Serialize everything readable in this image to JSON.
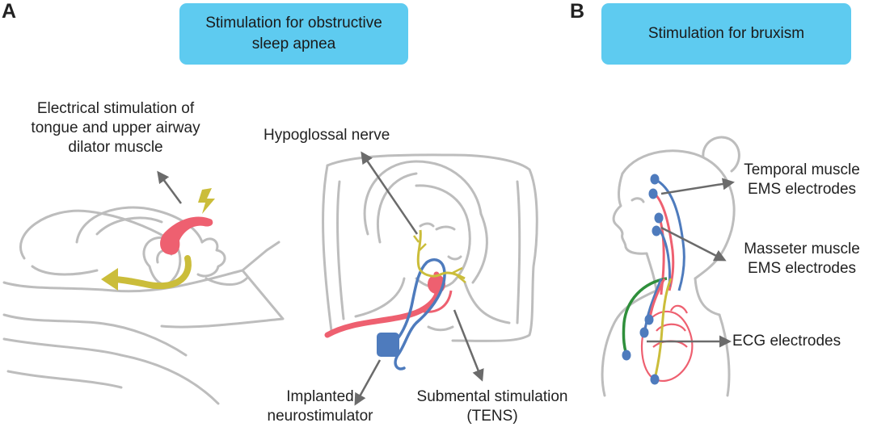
{
  "panel_a": {
    "letter": "A",
    "title": "Stimulation for obstructive\nsleep apnea",
    "labels": {
      "electrical": "Electrical stimulation of\ntongue and upper airway\ndilator muscle",
      "hypoglossal": "Hypoglossal nerve",
      "implanted": "Implanted\nneurostimulator",
      "submental": "Submental stimulation\n(TENS)"
    }
  },
  "panel_b": {
    "letter": "B",
    "title": "Stimulation for bruxism",
    "labels": {
      "temporal": "Temporal muscle\nEMS electrodes",
      "masseter": "Masseter muscle\nEMS electrodes",
      "ecg": "ECG electrodes"
    }
  },
  "colors": {
    "title_box": "#5ecbf0",
    "outline": "#bdbdbd",
    "arrow": "#6b6b6b",
    "red": "#ee6070",
    "yellow": "#cbbd3a",
    "blue": "#4e7bbd",
    "green": "#2f8f3b"
  }
}
